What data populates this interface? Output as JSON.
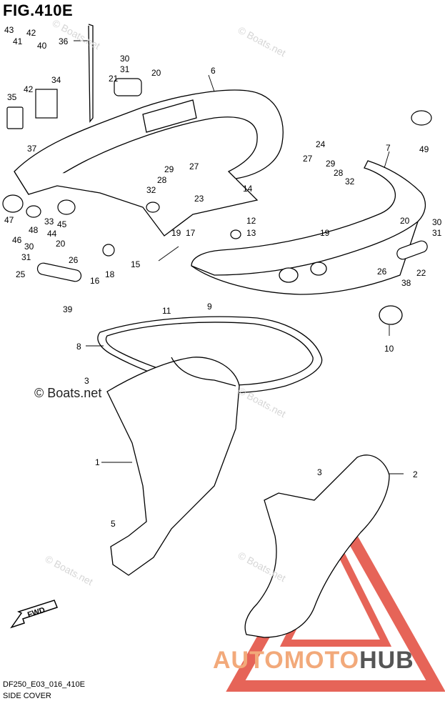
{
  "figure": {
    "title": "FIG.410E",
    "code": "DF250_E03_016_410E",
    "caption": "SIDE COVER"
  },
  "watermarks": {
    "main": "© Boats.net",
    "small": "© Boats.net",
    "small_short": "© Boats.net"
  },
  "brand": {
    "part1": "AUTOMOTO",
    "part2": "HUB"
  },
  "fwd_label": "FWD",
  "parts": {
    "p1": "1",
    "p2": "2",
    "p3a": "3",
    "p3b": "3",
    "p5": "5",
    "p6": "6",
    "p7": "7",
    "p8": "8",
    "p9": "9",
    "p10": "10",
    "p11": "11",
    "p12": "12",
    "p13": "13",
    "p14": "14",
    "p15": "15",
    "p16": "16",
    "p17": "17",
    "p18": "18",
    "p19a": "19",
    "p19b": "19",
    "p20a": "20",
    "p20b": "20",
    "p20c": "20",
    "p21": "21",
    "p22": "22",
    "p23": "23",
    "p24": "24",
    "p25": "25",
    "p26a": "26",
    "p26b": "26",
    "p27a": "27",
    "p27b": "27",
    "p28a": "28",
    "p28b": "28",
    "p29a": "29",
    "p29b": "29",
    "p30a": "30",
    "p30b": "30",
    "p30c": "30",
    "p31a": "31",
    "p31b": "31",
    "p31c": "31",
    "p32a": "32",
    "p32b": "32",
    "p33": "33",
    "p34": "34",
    "p35": "35",
    "p36": "36",
    "p37": "37",
    "p38": "38",
    "p39": "39",
    "p40": "40",
    "p41": "41",
    "p42a": "42",
    "p42b": "42",
    "p43": "43",
    "p44": "44",
    "p45": "45",
    "p46": "46",
    "p47": "47",
    "p48": "48",
    "p49": "49"
  },
  "colors": {
    "logo_red": "#e24a3c",
    "brand_orange": "#f2a97a",
    "brand_gray": "#555555"
  }
}
